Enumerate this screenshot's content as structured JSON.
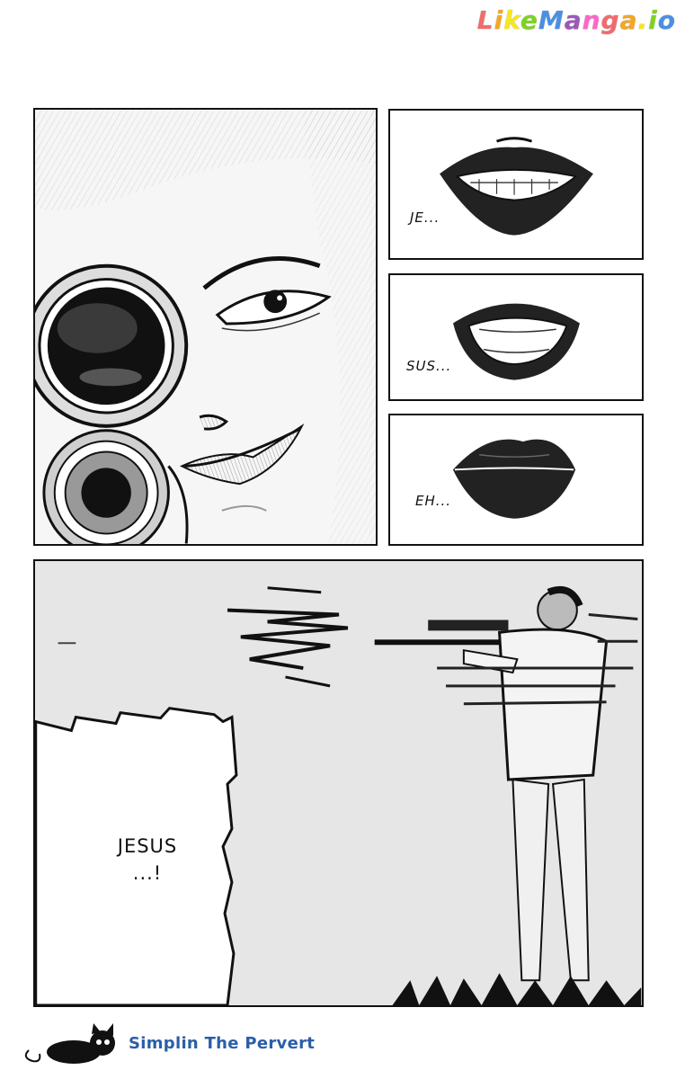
{
  "watermark": {
    "text": "LikeManga.io",
    "colors": [
      "#f26b6b",
      "#f5a623",
      "#f8e71c",
      "#7ed321",
      "#4a90e2",
      "#9b59b6",
      "#ff66cc"
    ]
  },
  "panels": {
    "sniper_closeup": {
      "icon": "scope-face-illustration"
    },
    "lips_1": {
      "caption": "JE..."
    },
    "lips_2": {
      "caption": "SUS..."
    },
    "lips_3": {
      "caption": "EH..."
    },
    "shooter": {
      "speech": "JESUS",
      "speech_2": "...!"
    }
  },
  "footer": {
    "credit": "Simplin The Pervert",
    "icon": "black-cat-icon",
    "color": "#2a5fa8"
  }
}
